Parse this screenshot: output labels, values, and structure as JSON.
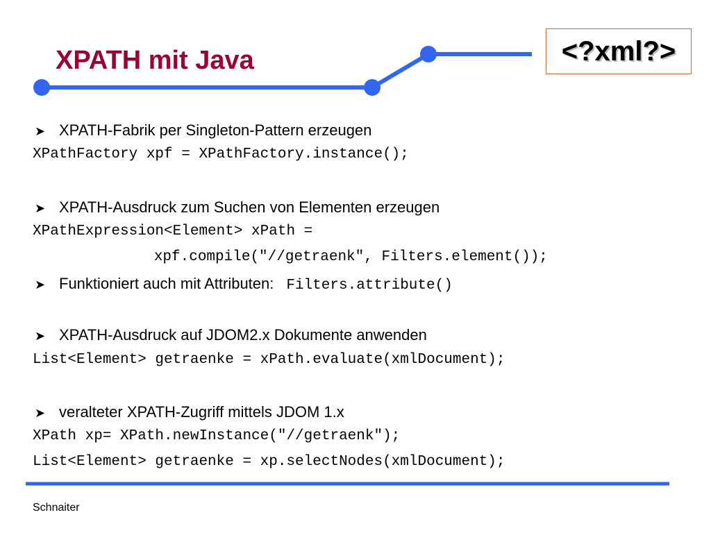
{
  "header": {
    "title": "XPATH mit Java",
    "xml_tag": "<?xml?>",
    "accent_color": "#3366ee",
    "title_color": "#990033"
  },
  "content": {
    "bullet_icon": "arrow-bullet-icon",
    "sections": [
      {
        "bullet": "XPATH-Fabrik per Singleton-Pattern erzeugen",
        "code": [
          "XPathFactory xpf = XPathFactory.instance();"
        ]
      },
      {
        "bullet": "XPATH-Ausdruck zum Suchen von Elementen erzeugen",
        "code": [
          "XPathExpression<Element> xPath =",
          "        xpf.compile(\"//getraenk\", Filters.element());"
        ]
      },
      {
        "bullet": "Funktioniert auch mit Attributen:",
        "inline_code": "Filters.attribute()"
      },
      {
        "bullet": "XPATH-Ausdruck auf JDOM2.x Dokumente anwenden",
        "code": [
          "List<Element> getraenke = xPath.evaluate(xmlDocument);"
        ]
      },
      {
        "bullet": "veralteter XPATH-Zugriff mittels JDOM 1.x",
        "code": [
          "XPath xp= XPath.newInstance(\"//getraenk\");",
          "List<Element> getraenke = xp.selectNodes(xmlDocument);"
        ]
      }
    ]
  },
  "footer": {
    "author": "Schnaiter"
  }
}
